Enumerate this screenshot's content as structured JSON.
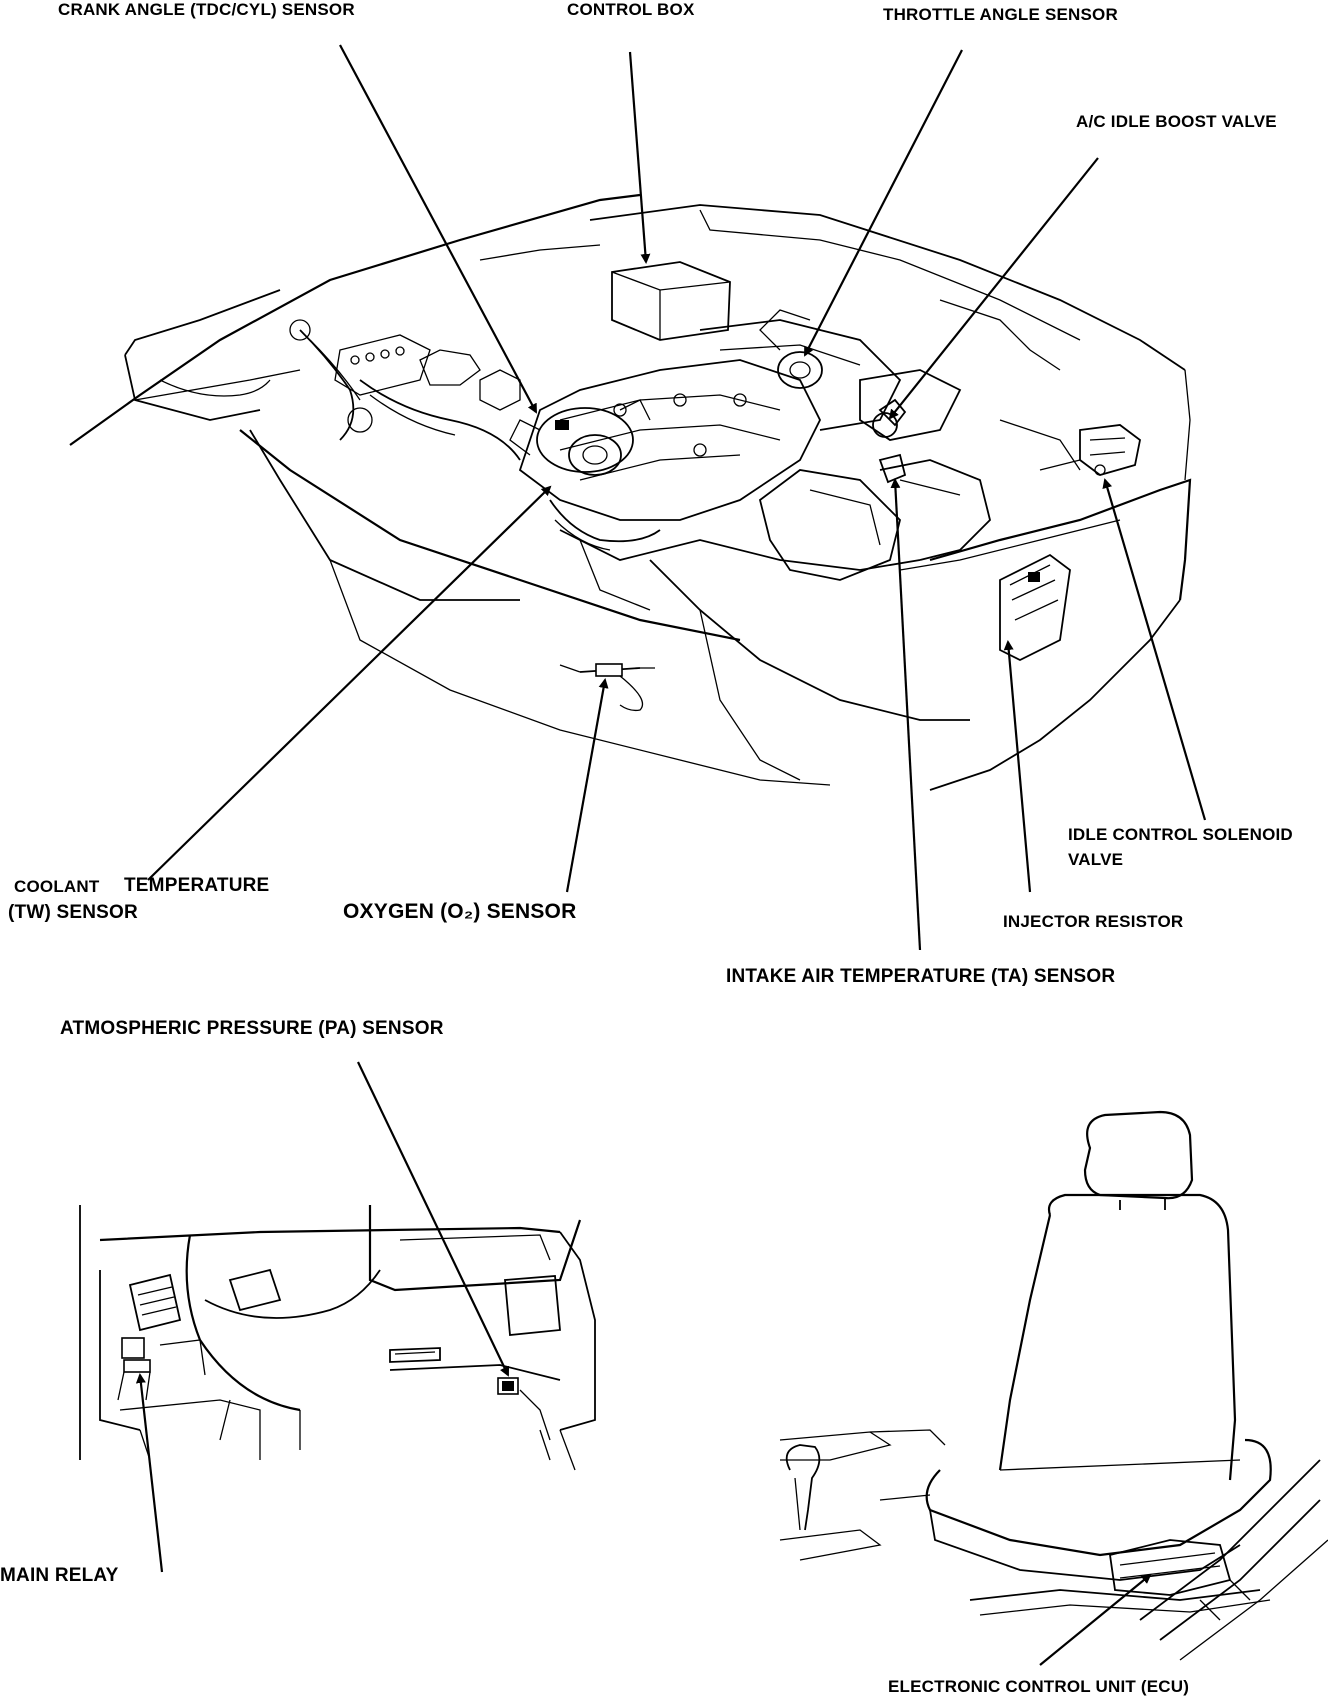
{
  "labels": {
    "crank_angle": "CRANK ANGLE (TDC/CYL) SENSOR",
    "control_box": "CONTROL BOX",
    "throttle_angle": "THROTTLE ANGLE SENSOR",
    "ac_idle_boost": "A/C IDLE BOOST VALVE",
    "idle_control_line1": "IDLE CONTROL SOLENOID",
    "idle_control_line2": "VALVE",
    "coolant_line1_a": "COOLANT",
    "coolant_line1_b": "TEMPERATURE",
    "coolant_line2": "(TW) SENSOR",
    "oxygen": "OXYGEN (O₂) SENSOR",
    "injector_resistor": "INJECTOR RESISTOR",
    "intake_air": "INTAKE AIR TEMPERATURE (TA) SENSOR",
    "atmospheric": "ATMOSPHERIC PRESSURE (PA) SENSOR",
    "main_relay": "MAIN RELAY",
    "ecu": "ELECTRONIC CONTROL UNIT (ECU)"
  }
}
